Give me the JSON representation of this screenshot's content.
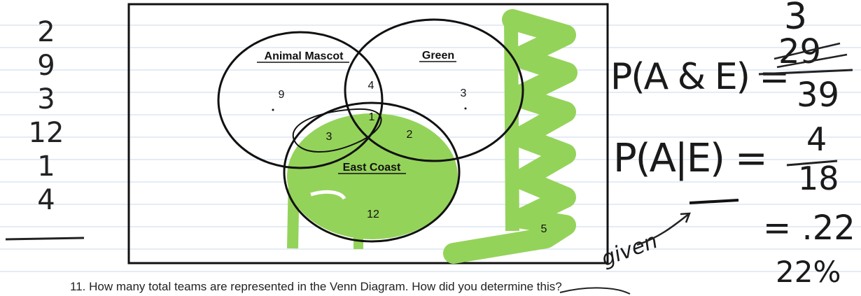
{
  "venn": {
    "labels": {
      "a": "Animal Mascot",
      "g": "Green",
      "e": "East Coast"
    },
    "regions": {
      "a_only": "9",
      "a_g": "4",
      "g_only": "3",
      "a_g_e": "1",
      "a_e": "3",
      "g_e": "2",
      "e_only": "12",
      "outside": "5"
    }
  },
  "notes": {
    "left_column": [
      "2",
      "9",
      "3",
      "12",
      "1",
      "4"
    ],
    "p_a_and_e": "P(A & E) =",
    "frac1_top": "3",
    "frac1_crossed": "29",
    "frac1_bottom": "39",
    "p_a_given_e": "P(A|E) =",
    "frac2_top": "4",
    "frac2_bottom": "18",
    "decimal": "= .22",
    "percent": "22%",
    "given": "given"
  },
  "question": "11. How many total teams are represented in the Venn Diagram. How did you determine this?",
  "colors": {
    "highlight": "#94d35a",
    "ink": "#111111",
    "rule": "#c9d8ee"
  }
}
